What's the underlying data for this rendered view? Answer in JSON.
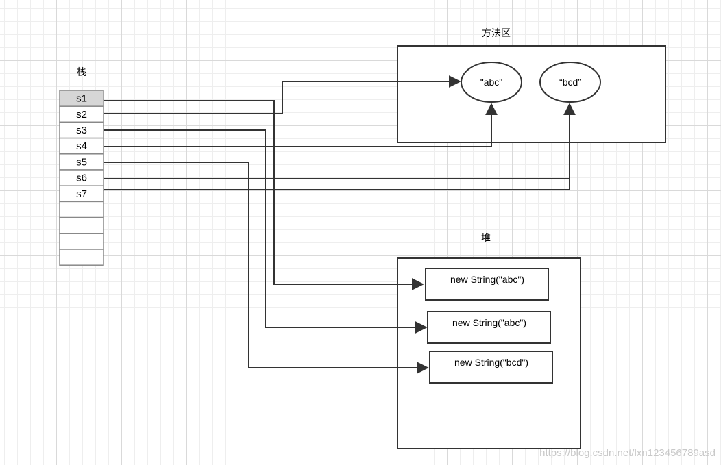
{
  "stack": {
    "title": "栈",
    "cells": [
      "s1",
      "s2",
      "s3",
      "s4",
      "s5",
      "s6",
      "s7",
      "",
      "",
      "",
      ""
    ]
  },
  "method_area": {
    "title": "方法区",
    "literals": [
      "\"abc\"",
      "“bcd”"
    ]
  },
  "heap": {
    "title": "堆",
    "objects": [
      "new String(\"abc\")",
      "new String(\"abc\")",
      "new String(\"bcd\")"
    ]
  },
  "references": [
    {
      "from": "s1",
      "to": "new String(\"abc\")"
    },
    {
      "from": "s2",
      "to": "\"abc\""
    },
    {
      "from": "s3",
      "to": "new String(\"abc\")"
    },
    {
      "from": "s4",
      "to": "\"abc\""
    },
    {
      "from": "s5",
      "to": "new String(\"bcd\")"
    },
    {
      "from": "s6",
      "to": "“bcd”"
    },
    {
      "from": "s7",
      "to": "“bcd”"
    }
  ],
  "watermark": "https://blog.csdn.net/lxn123456789asd",
  "colors": {
    "line": "#333333",
    "stack_highlight": "#d6d6d6",
    "stack_border": "#888888",
    "stack_bg": "#ffffff"
  }
}
